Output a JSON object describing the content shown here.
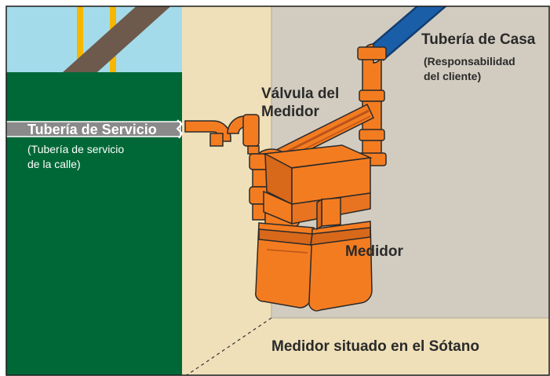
{
  "labels": {
    "house_pipe": "Tubería de Casa",
    "house_pipe_note": [
      "(Responsabilidad",
      "del cliente)"
    ],
    "meter_valve": [
      "Válvula del",
      "Medidor"
    ],
    "service_pipe": "Tubería de Servicio",
    "service_pipe_note": [
      "(Tubería de servicio",
      "de la calle)"
    ],
    "meter": "Medidor",
    "location": "Medidor situado en el Sótano"
  },
  "colors": {
    "sky": "#a4dbea",
    "exterior_wall": "#006837",
    "wall_panel": "#efe0b9",
    "basement_wall": "#d2ccc0",
    "house_pipe": "#1b5ea8",
    "meter_orange": "#f47c20",
    "service_pipe": "#8a8a8a",
    "beam": "#6d5a4c",
    "post": "#f5b700"
  }
}
